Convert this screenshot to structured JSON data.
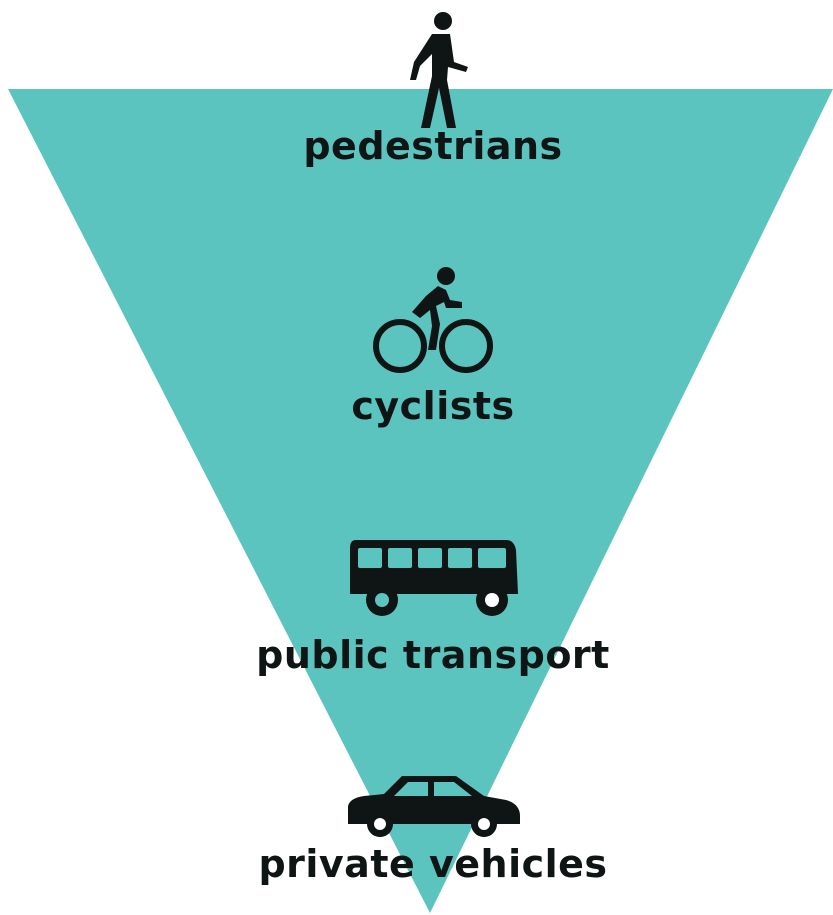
{
  "diagram": {
    "fill_color": "#5cc4bf",
    "icon_color": "#0f1414",
    "levels": [
      {
        "label": "pedestrians",
        "icon": "pedestrian-icon"
      },
      {
        "label": "cyclists",
        "icon": "cyclist-icon"
      },
      {
        "label": "public transport",
        "icon": "bus-icon"
      },
      {
        "label": "private vehicles",
        "icon": "car-icon"
      }
    ]
  }
}
